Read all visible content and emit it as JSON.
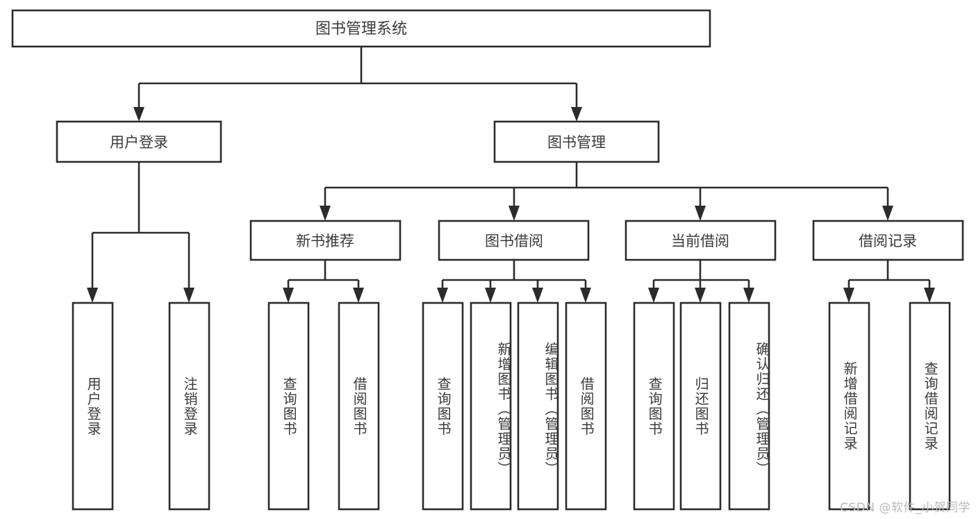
{
  "diagram": {
    "type": "tree",
    "title": "图书管理系统",
    "root": {
      "id": "root",
      "label": "图书管理系统"
    },
    "level2": [
      {
        "id": "user-login",
        "label": "用户登录"
      },
      {
        "id": "book-manage",
        "label": "图书管理"
      }
    ],
    "level3": [
      {
        "id": "new-book-recommend",
        "label": "新书推荐",
        "parent": "book-manage"
      },
      {
        "id": "book-borrow",
        "label": "图书借阅",
        "parent": "book-manage"
      },
      {
        "id": "current-borrow",
        "label": "当前借阅",
        "parent": "book-manage"
      },
      {
        "id": "borrow-record",
        "label": "借阅记录",
        "parent": "book-manage"
      }
    ],
    "leaves": [
      {
        "id": "leaf-user-login",
        "label": "用户登录",
        "parent": "user-login"
      },
      {
        "id": "leaf-user-logout",
        "label": "注销登录",
        "parent": "user-login"
      },
      {
        "id": "leaf-query-book-1",
        "label": "查询图书",
        "parent": "new-book-recommend"
      },
      {
        "id": "leaf-borrow-book-1",
        "label": "借阅图书",
        "parent": "new-book-recommend"
      },
      {
        "id": "leaf-query-book-2",
        "label": "查询图书",
        "parent": "book-borrow"
      },
      {
        "id": "leaf-add-book",
        "label": "新增图书（管理员）",
        "parent": "book-borrow"
      },
      {
        "id": "leaf-edit-book",
        "label": "编辑图书（管理员）",
        "parent": "book-borrow"
      },
      {
        "id": "leaf-borrow-book-2",
        "label": "借阅图书",
        "parent": "book-borrow"
      },
      {
        "id": "leaf-query-book-3",
        "label": "查询图书",
        "parent": "current-borrow"
      },
      {
        "id": "leaf-return-book",
        "label": "归还图书",
        "parent": "current-borrow"
      },
      {
        "id": "leaf-confirm-return",
        "label": "确认归还（管理员）",
        "parent": "current-borrow"
      },
      {
        "id": "leaf-add-borrow-record",
        "label": "新增借阅记录",
        "parent": "borrow-record"
      },
      {
        "id": "leaf-query-borrow-record",
        "label": "查询借阅记录",
        "parent": "borrow-record"
      }
    ],
    "colors": {
      "stroke": "#2b2b2b",
      "box_fill": "#ffffff",
      "text": "#3a3a3a",
      "background": "#ffffff",
      "watermark": "#b9b9b9"
    }
  },
  "watermark": {
    "text": "CSDN @软件_小贺同学"
  }
}
